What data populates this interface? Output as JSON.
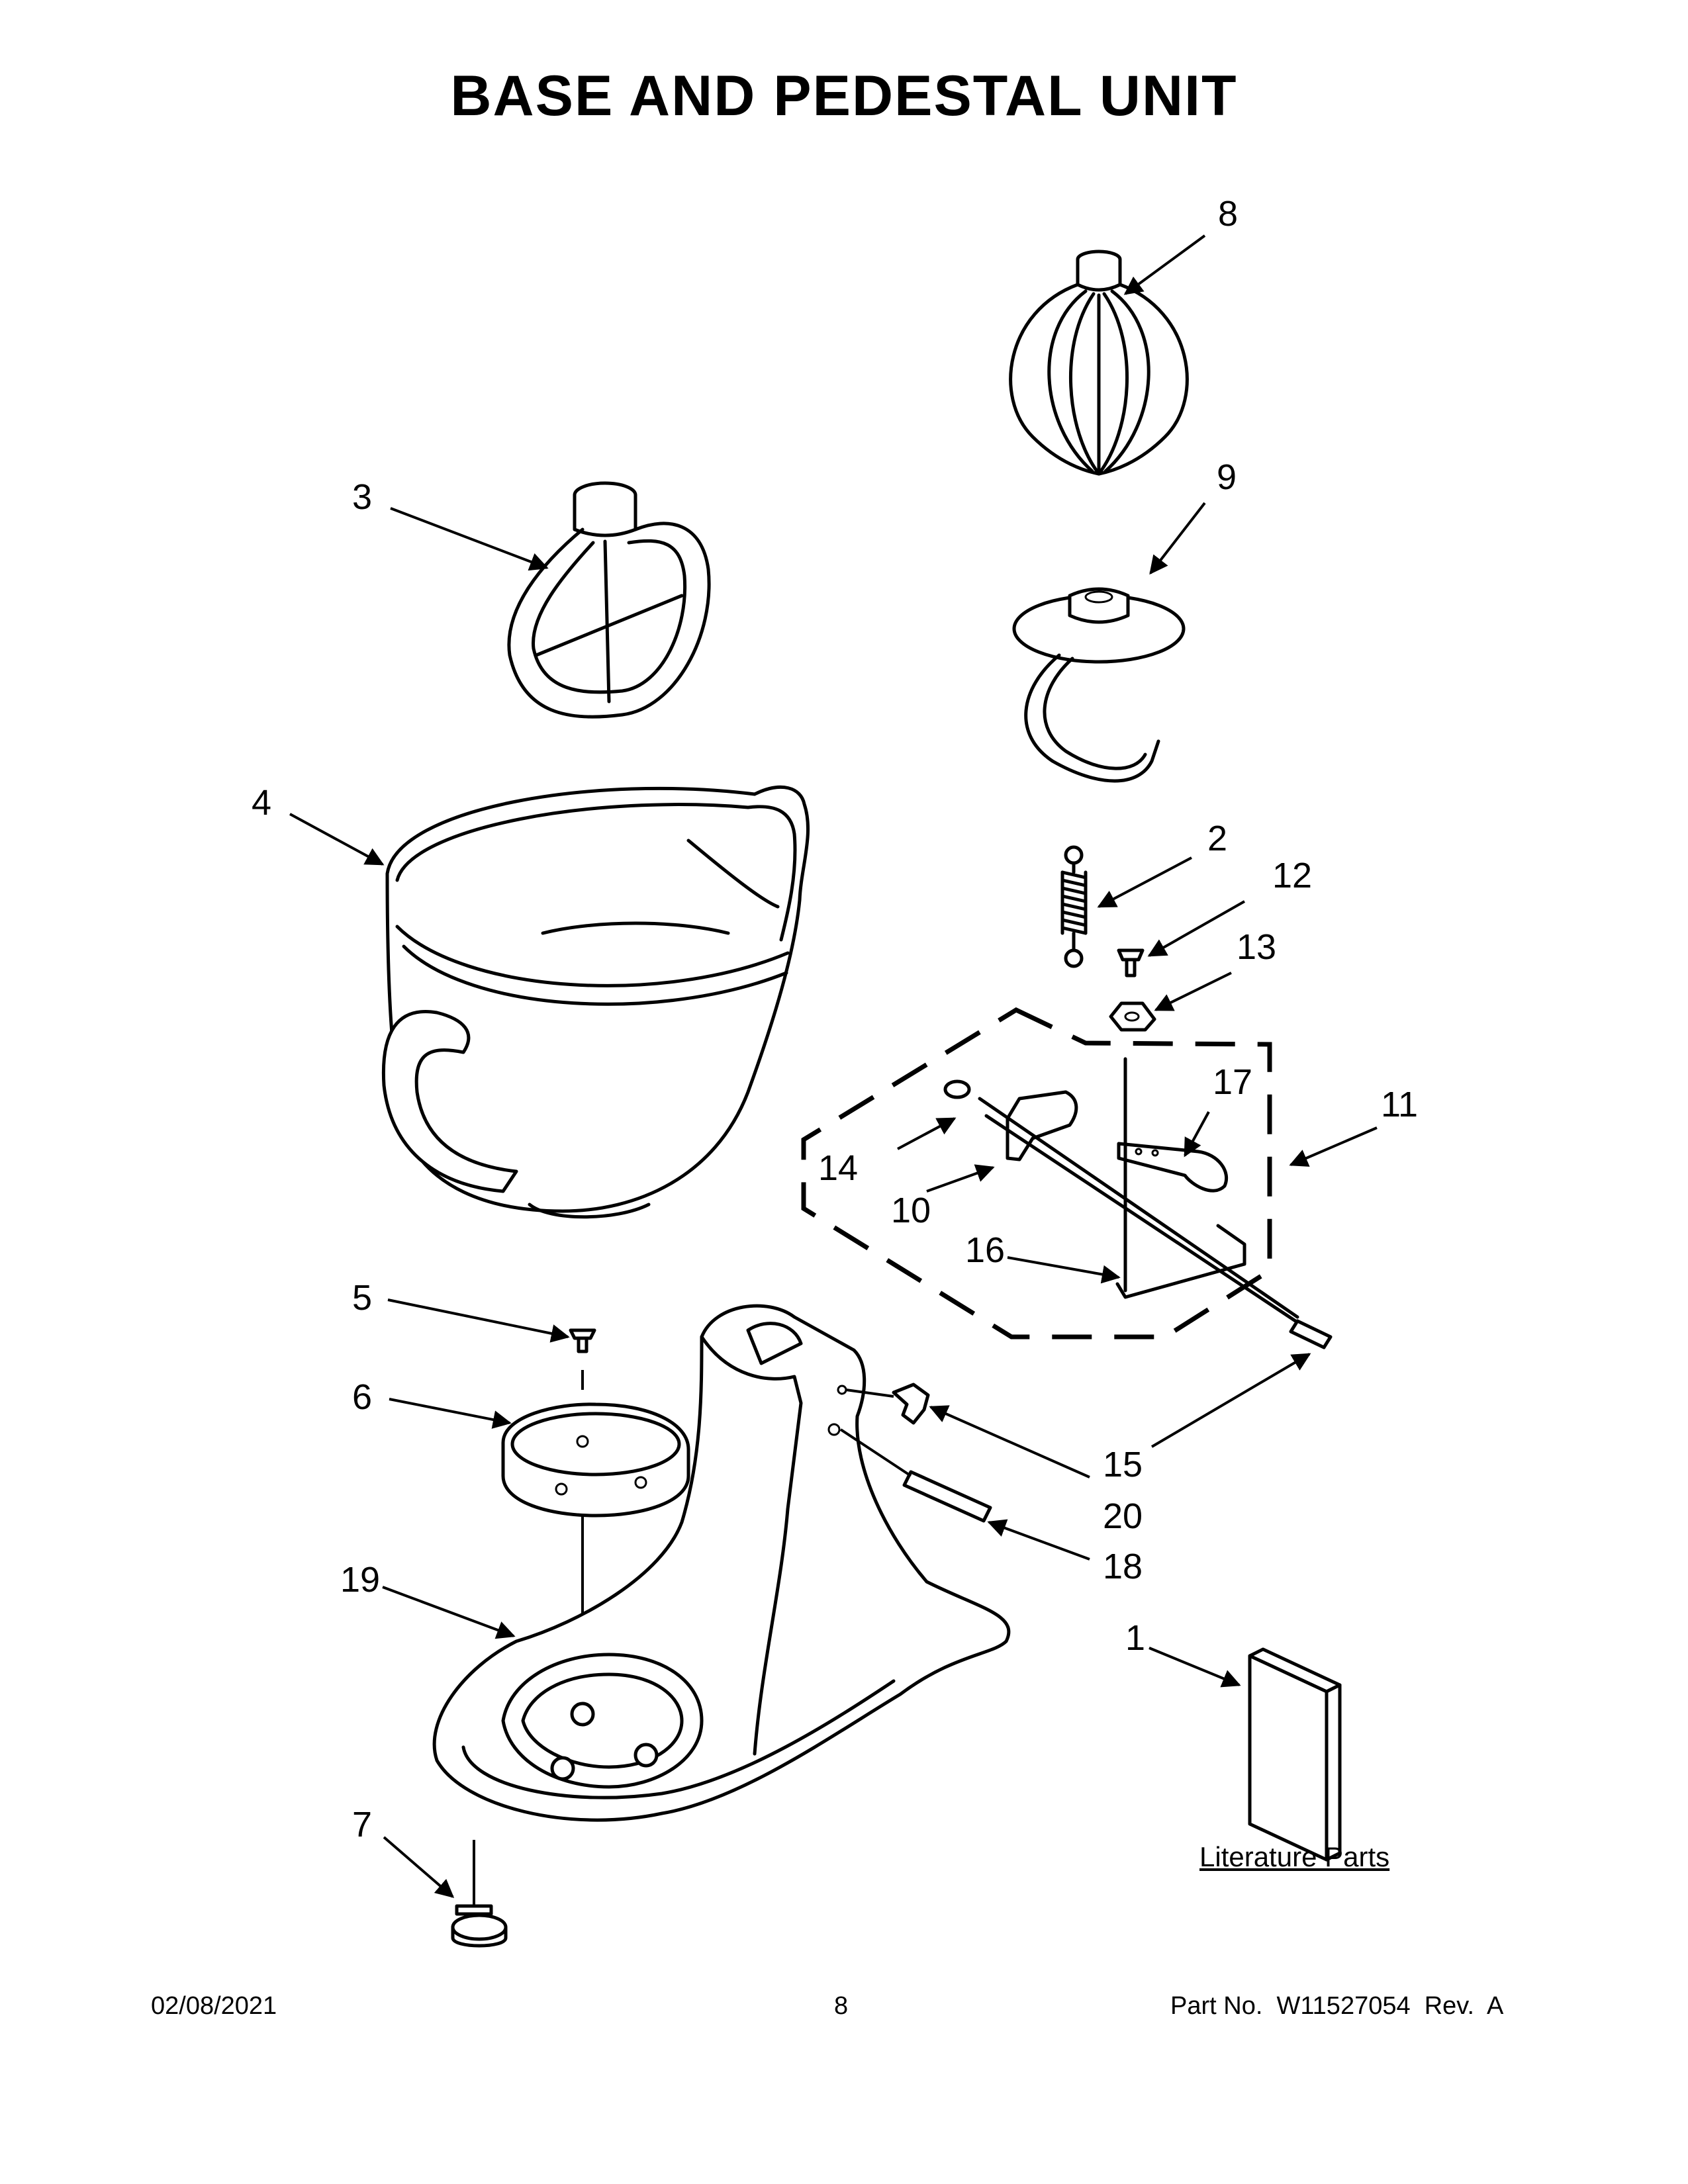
{
  "title": "BASE AND PEDESTAL UNIT",
  "callouts": {
    "c1": "1",
    "c2": "2",
    "c3": "3",
    "c4": "4",
    "c5": "5",
    "c6": "6",
    "c7": "7",
    "c8": "8",
    "c9": "9",
    "c10": "10",
    "c11": "11",
    "c12": "12",
    "c13": "13",
    "c14": "14",
    "c15": "15",
    "c16": "16",
    "c17": "17",
    "c18": "18",
    "c19": "19",
    "c20": "20"
  },
  "literature_label": "Literature Parts",
  "footer": {
    "date": "02/08/2021",
    "page": "8",
    "part_no": "Part No.  W11527054  Rev.  A"
  }
}
